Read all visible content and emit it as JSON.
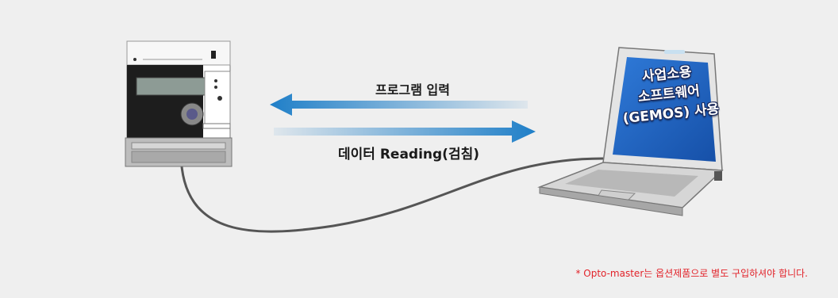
{
  "diagram": {
    "arrow_top_label": "프로그램 입력",
    "arrow_bottom_label": "데이터 Reading(검침)",
    "laptop_screen_lines": [
      "사업소용",
      "소프트웨어",
      "(GEMOS) 사용"
    ],
    "footnote": "* Opto-master는 옵션제품으로 별도 구입하셔야 합니다."
  },
  "colors": {
    "background": "#efefef",
    "arrow": "#1f7fc8",
    "screen": "#1e63c2",
    "footnote": "#e2232a"
  },
  "icons": {
    "meter": "electric-meter-icon",
    "laptop": "laptop-icon",
    "cable": "optical-cable"
  }
}
